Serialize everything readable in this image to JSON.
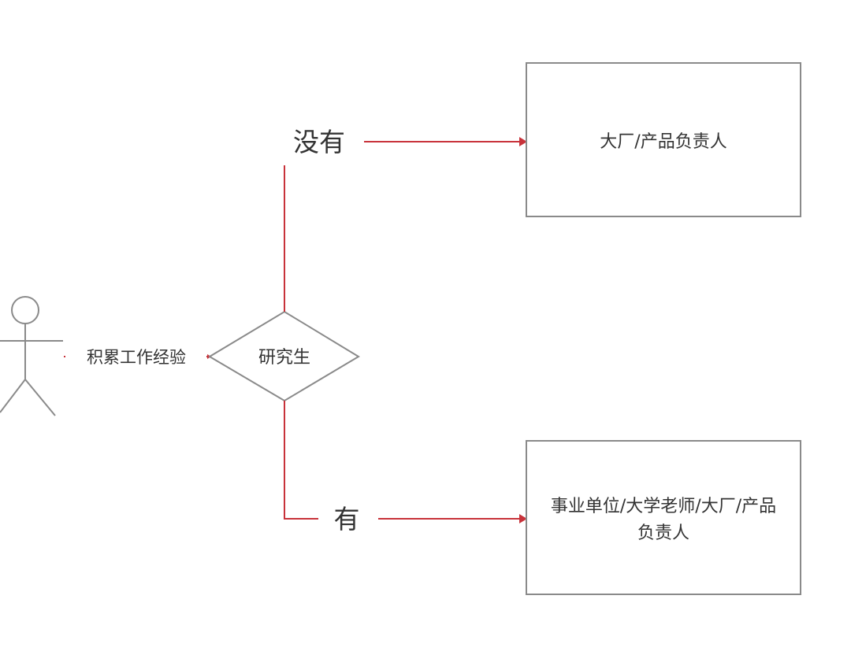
{
  "diagram": {
    "actor_edge_label": "积累工作经验",
    "decision": "研究生",
    "branch_no": "没有",
    "branch_yes": "有",
    "outcome_no": "大厂/产品负责人",
    "outcome_yes_line1": "事业单位/大学老师/大厂/产品",
    "outcome_yes_line2": "负责人",
    "colors": {
      "connector": "#c8323a",
      "shape": "#8a8a8a",
      "text": "#333333"
    }
  }
}
